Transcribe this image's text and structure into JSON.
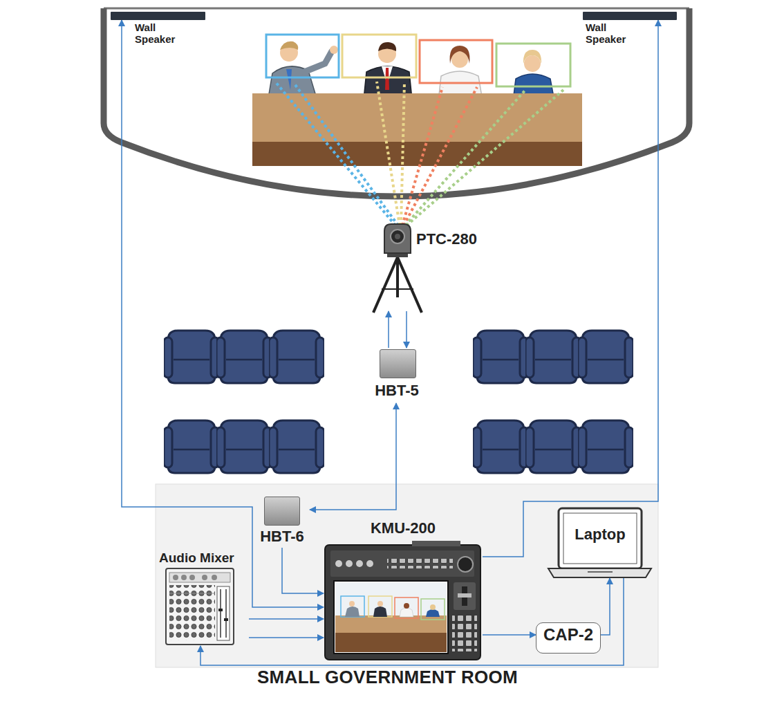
{
  "diagram": {
    "title": "SMALL GOVERNMENT ROOM",
    "nodes": [
      {
        "text": [
          "Wall Speaker"
        ]
      },
      {
        "text": [
          "Wall Speaker"
        ]
      },
      {
        "text": [
          "PTC-280"
        ]
      },
      {
        "text": [
          "HBT-5"
        ]
      },
      {
        "text": [
          "HBT-6"
        ]
      },
      {
        "text": [
          "KMU-200"
        ]
      },
      {
        "text": [
          "Laptop"
        ]
      },
      {
        "text": [
          "Audio Mixer"
        ]
      },
      {
        "text": [
          "CAP-2"
        ]
      }
    ],
    "edges": [
      {
        "from": 3,
        "to": 2,
        "arrow": "to"
      },
      {
        "from": 2,
        "to": 3,
        "arrow": "to"
      },
      {
        "from": 3,
        "to": 4,
        "arrow": "both"
      },
      {
        "from": 4,
        "to": 5,
        "arrow": "to"
      },
      {
        "from": 5,
        "to": 0,
        "arrow": "both"
      },
      {
        "from": 5,
        "to": 1,
        "arrow": "to"
      },
      {
        "from": 7,
        "to": 5,
        "arrow": "to"
      },
      {
        "from": 7,
        "to": 5,
        "arrow": "to"
      },
      {
        "from": 5,
        "to": 8,
        "arrow": "to"
      },
      {
        "from": 8,
        "to": 6,
        "arrow": "to"
      },
      {
        "from": 6,
        "to": 7,
        "arrow": "to"
      }
    ]
  }
}
